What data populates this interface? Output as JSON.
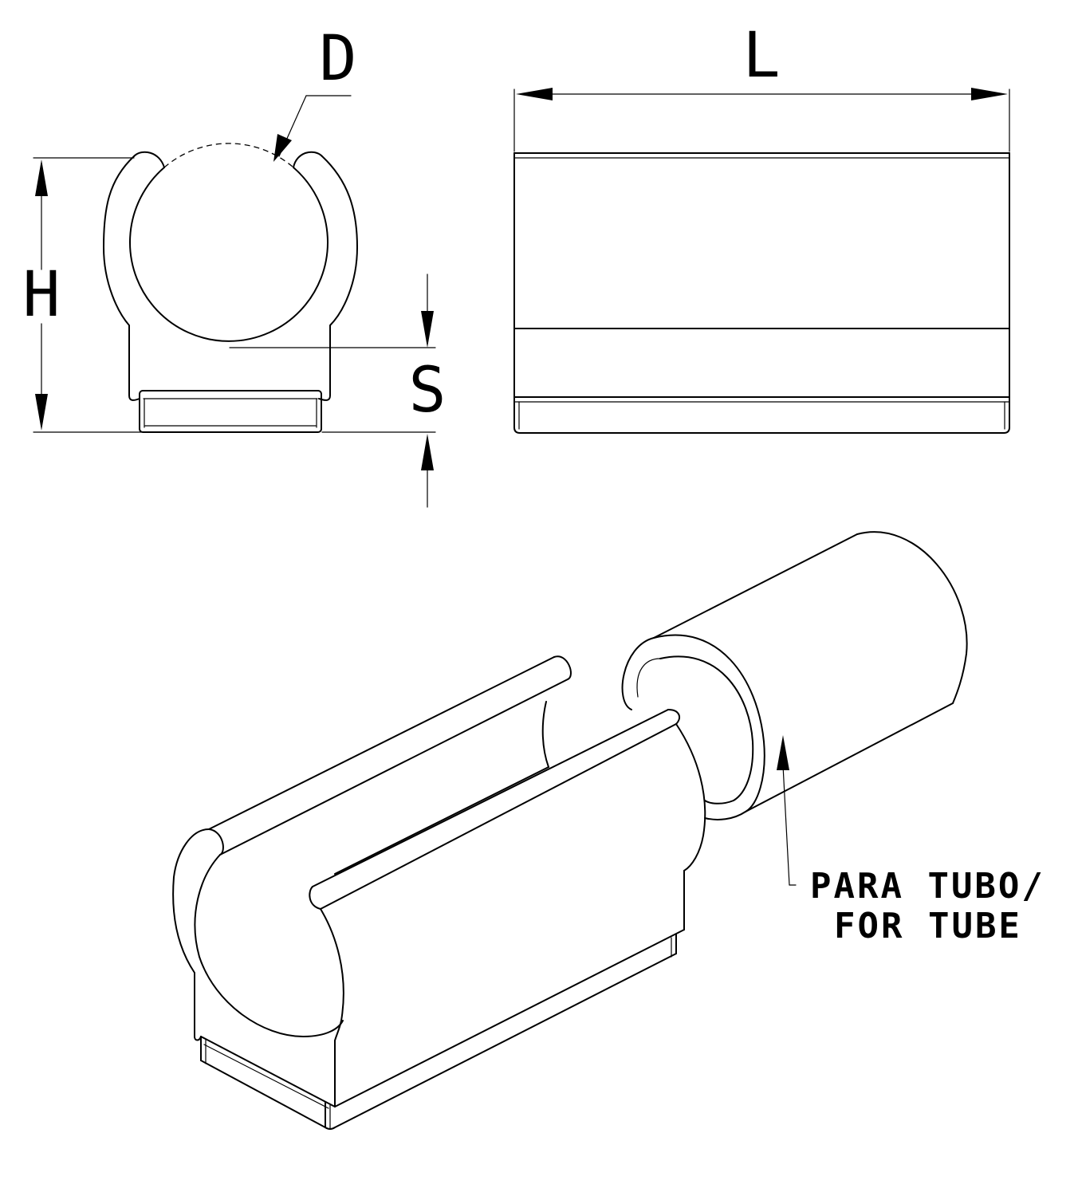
{
  "dimensions": {
    "d_label": "D",
    "l_label": "L",
    "h_label": "H",
    "s_label": "S"
  },
  "note": {
    "line1": "PARA TUBO/",
    "line2": "FOR TUBE"
  }
}
